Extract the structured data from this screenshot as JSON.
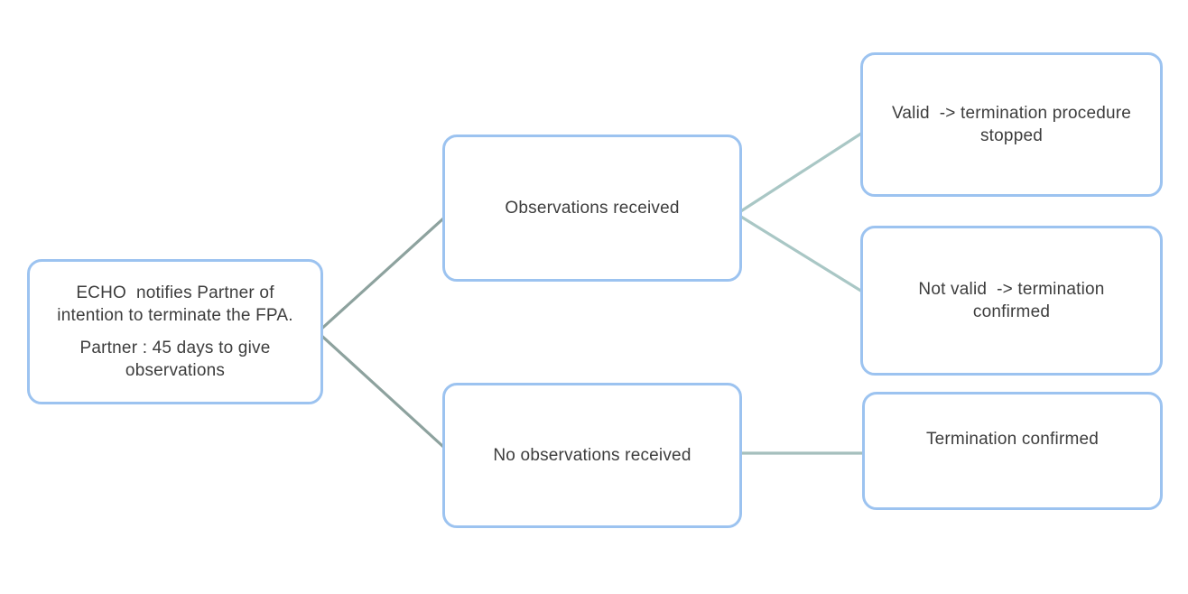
{
  "diagram": {
    "type": "flowchart",
    "background": "#ffffff",
    "colors": {
      "box_border": "#9cc3f0",
      "box_fill": "#ffffff",
      "text": "#3d3d3d",
      "connector_left": "#8da29e",
      "connector_right": "#a9c7c5",
      "connector_bottom": "#a5bfbd"
    },
    "nodes": {
      "root": {
        "para1_lines": [
          "ECHO  notifies Partner of",
          "intention to terminate the FPA."
        ],
        "para2_lines": [
          "Partner : 45 days to give",
          "observations"
        ]
      },
      "observations_received": {
        "lines": [
          "Observations received"
        ]
      },
      "no_observations": {
        "lines": [
          "No observations received"
        ]
      },
      "valid": {
        "lines": [
          "Valid  -> termination procedure",
          "stopped"
        ]
      },
      "not_valid": {
        "lines": [
          "Not valid  -> termination",
          "confirmed"
        ]
      },
      "termination_confirmed": {
        "lines": [
          "Termination confirmed"
        ]
      }
    },
    "edges": [
      {
        "from": "root",
        "to": "observations_received"
      },
      {
        "from": "root",
        "to": "no_observations"
      },
      {
        "from": "observations_received",
        "to": "valid"
      },
      {
        "from": "observations_received",
        "to": "not_valid"
      },
      {
        "from": "no_observations",
        "to": "termination_confirmed"
      }
    ]
  }
}
